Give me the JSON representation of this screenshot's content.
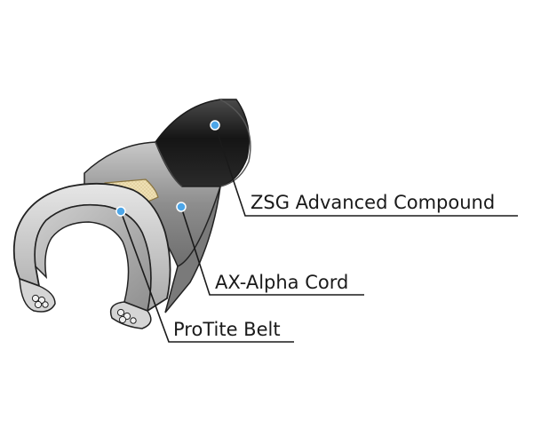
{
  "labels": {
    "compound": "ZSG Advanced Compound",
    "cord": "AX-Alpha Cord",
    "belt": "ProTite Belt"
  },
  "colors": {
    "outline": "#222222",
    "compound_dark": "#1c1c1c",
    "cord_gray": "#8a8a8a",
    "belt_tan": "#e8d7a8",
    "inner_gray": "#bdbdbd",
    "marker_blue": "#4da6e8"
  }
}
